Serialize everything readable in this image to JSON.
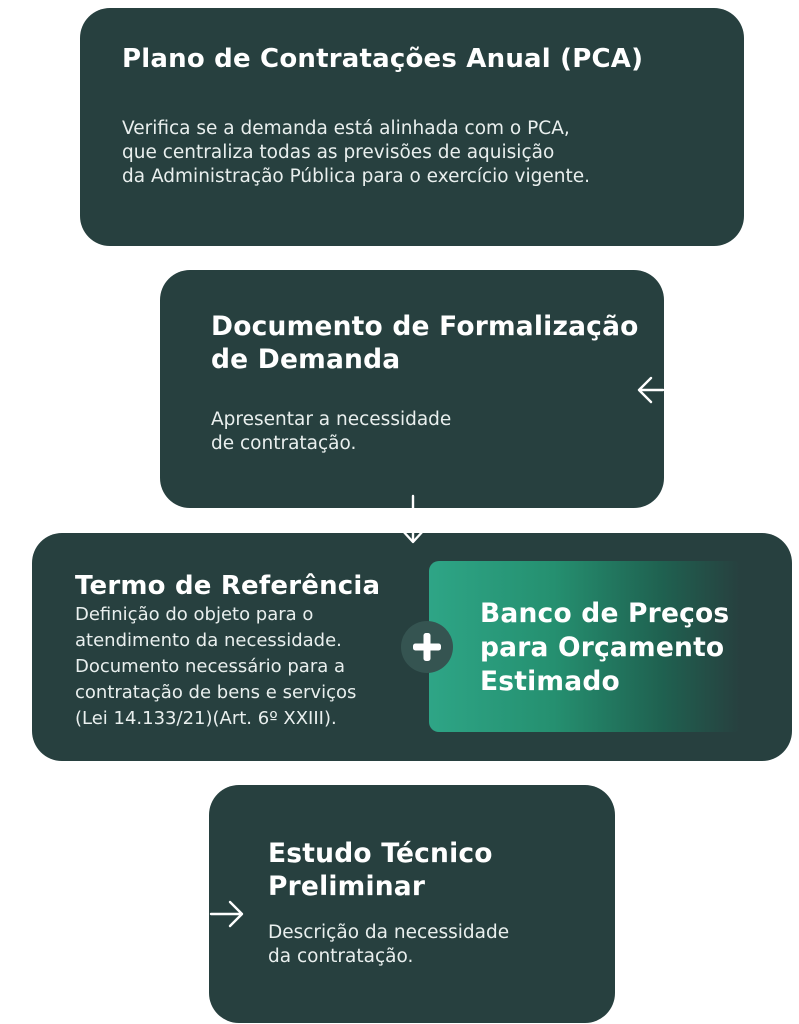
{
  "pca": {
    "title": "Plano de Contratações Anual (PCA)",
    "description": [
      "Verifica se a demanda  está alinhada com o PCA,",
      "que centraliza todas as previsões  de aquisição",
      "da Administração Pública  para o exercício vigente."
    ]
  },
  "dfd": {
    "title": [
      "Documento de Formalização",
      "de  Demanda"
    ],
    "description": [
      "Apresentar a necessidade",
      "de contratação."
    ]
  },
  "termo": {
    "title": "Termo de Referência",
    "description": [
      "Definição do objeto para o",
      "atendimento da necessidade.",
      "Documento necessário para a",
      "contratação de bens e serviços",
      "(Lei 14.133/21)(Art. 6º  XXIII)."
    ]
  },
  "banco": {
    "title": [
      "Banco de Preços",
      "para Orçamento",
      "Estimado"
    ]
  },
  "etp": {
    "title": [
      "Estudo Técnico",
      "Preliminar"
    ],
    "description": [
      "Descrição da necessidade",
      "da contratação."
    ]
  },
  "icons": {
    "plus": "plus-icon",
    "arrow_left": "arrow-left-icon",
    "arrow_down": "arrow-down-icon",
    "arrow_right": "arrow-right-icon"
  },
  "colors": {
    "box": "#27403f",
    "accent": "#2ea586",
    "plus_bg": "#355451"
  }
}
